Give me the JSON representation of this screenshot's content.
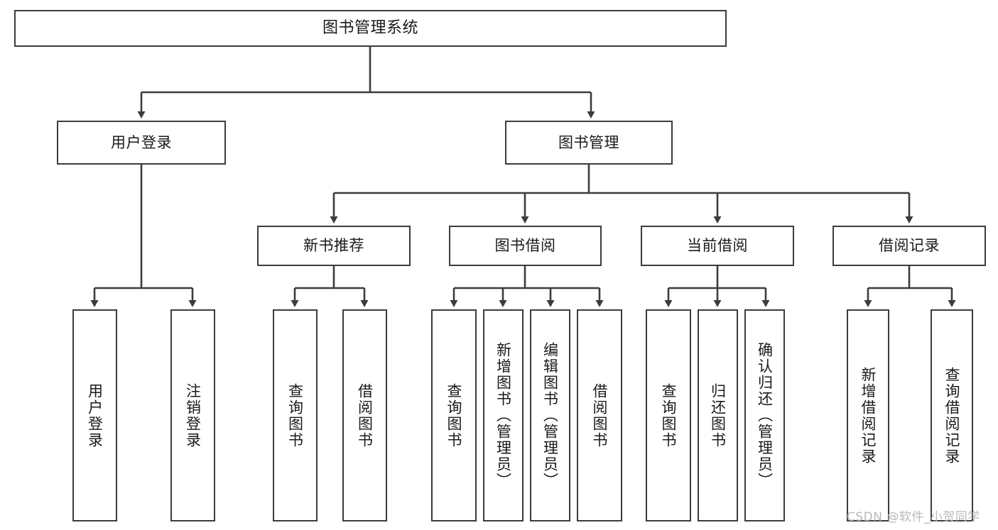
{
  "diagram": {
    "type": "tree",
    "title": "图书管理系统",
    "orientation": "top-down",
    "levels": 4,
    "nodes": {
      "root": {
        "label": "图书管理系统"
      },
      "level2": [
        {
          "label": "用户登录"
        },
        {
          "label": "图书管理"
        }
      ],
      "level3": [
        {
          "label": "新书推荐"
        },
        {
          "label": "图书借阅"
        },
        {
          "label": "当前借阅"
        },
        {
          "label": "借阅记录"
        }
      ],
      "login_leaves": [
        {
          "label": "用户登录"
        },
        {
          "label": "注销登录"
        }
      ],
      "recommend_leaves": [
        {
          "label": "查询图书"
        },
        {
          "label": "借阅图书"
        }
      ],
      "borrow_leaves": [
        {
          "label": "查询图书"
        },
        {
          "label": "新增图书（管理员）"
        },
        {
          "label": "编辑图书（管理员）"
        },
        {
          "label": "借阅图书"
        }
      ],
      "current_leaves": [
        {
          "label": "查询图书"
        },
        {
          "label": "归还图书"
        },
        {
          "label": "确认归还（管理员）"
        }
      ],
      "record_leaves": [
        {
          "label": "新增借阅记录"
        },
        {
          "label": "查询借阅记录"
        }
      ]
    },
    "edges": [
      {
        "from": "图书管理系统",
        "to": "用户登录"
      },
      {
        "from": "图书管理系统",
        "to": "图书管理"
      },
      {
        "from": "用户登录",
        "to": "用户登录"
      },
      {
        "from": "用户登录",
        "to": "注销登录"
      },
      {
        "from": "图书管理",
        "to": "新书推荐"
      },
      {
        "from": "图书管理",
        "to": "图书借阅"
      },
      {
        "from": "图书管理",
        "to": "当前借阅"
      },
      {
        "from": "图书管理",
        "to": "借阅记录"
      },
      {
        "from": "新书推荐",
        "to": "查询图书"
      },
      {
        "from": "新书推荐",
        "to": "借阅图书"
      },
      {
        "from": "图书借阅",
        "to": "查询图书"
      },
      {
        "from": "图书借阅",
        "to": "新增图书（管理员）"
      },
      {
        "from": "图书借阅",
        "to": "编辑图书（管理员）"
      },
      {
        "from": "图书借阅",
        "to": "借阅图书"
      },
      {
        "from": "当前借阅",
        "to": "查询图书"
      },
      {
        "from": "当前借阅",
        "to": "归还图书"
      },
      {
        "from": "当前借阅",
        "to": "确认归还（管理员）"
      },
      {
        "from": "借阅记录",
        "to": "新增借阅记录"
      },
      {
        "from": "借阅记录",
        "to": "查询借阅记录"
      }
    ],
    "colors": {
      "background": "#ffffff",
      "box_border": "#3c3c3c",
      "box_fill": "#ffffff",
      "text": "#1a1a1a",
      "connector": "#3c3c3c",
      "watermark": "#b9b9b9"
    }
  },
  "watermark": {
    "text": "CSDN @软件_小贺同学"
  }
}
